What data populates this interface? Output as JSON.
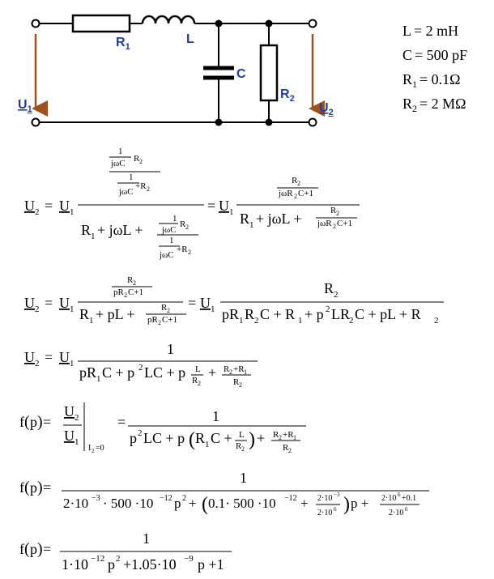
{
  "circuit": {
    "labels": {
      "r1": "R",
      "r1_sub": "1",
      "l": "L",
      "c": "C",
      "r2": "R",
      "r2_sub": "2",
      "u1": "U",
      "u1_sub": "1",
      "u2": "U",
      "u2_sub": "2"
    },
    "colors": {
      "wire": "#000000",
      "labels": "#1f3fa0",
      "arrows": "#a0521d"
    }
  },
  "parameters": [
    {
      "symbol": "L",
      "sub": "",
      "value": "= 2 mH"
    },
    {
      "symbol": "C",
      "sub": "",
      "value": "= 500 pF"
    },
    {
      "symbol": "R",
      "sub": "1",
      "value": "= 0.1Ω"
    },
    {
      "symbol": "R",
      "sub": "2",
      "value": "= 2 MΩ"
    }
  ],
  "equations": [
    "U2 = U1 · ((1/jωC)·R2 / (1/jωC + R2)) / (R1 + jωL + (1/jωC)·R2 / (1/jωC + R2)) = U1 · (R2/(jωR2C+1)) / (R1 + jωL + R2/(jωR2C+1))",
    "U2 = U1 · (R2/(pR2C+1)) / (R1 + pL + R2/(pR2C+1)) = U1 · R2 / (pR1R2C + R1 + p²LR2C + pL + R2)",
    "U2 = U1 · 1 / (pR1C + p²LC + p·L/R2 + (R2+R1)/R2)",
    "f(p) = U2/U1 |I2=0 = 1 / (p²LC + p(R1C + L/R2) + (R2+R1)/R2)",
    "f(p) = 1 / (2·10⁻³·500·10⁻¹²p² + (0.1·500·10⁻¹² + 2·10⁻³/2·10⁶)p + (2·10⁶+0.1)/2·10⁶)",
    "f(p) = 1 / (1·10⁻¹²p² + 1.05·10⁻⁹p + 1)"
  ]
}
